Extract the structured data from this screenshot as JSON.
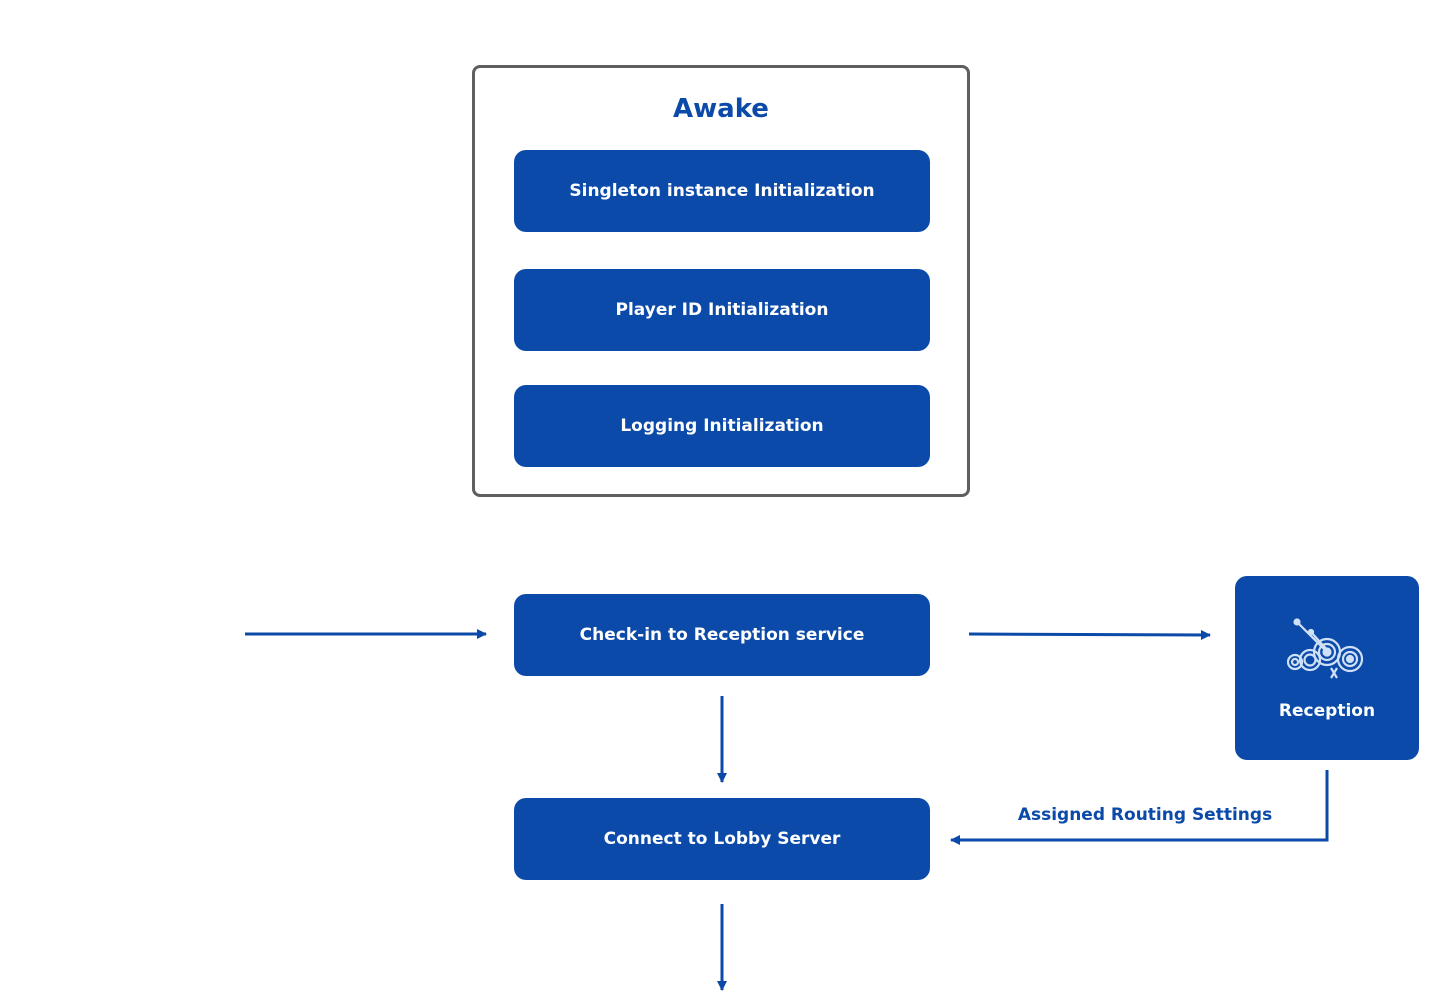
{
  "awake_group": {
    "title": "Awake",
    "steps": [
      "Singleton instance Initialization",
      "Player ID Initialization",
      "Logging Initialization"
    ]
  },
  "flow": {
    "checkin": "Check-in to Reception service",
    "connect": "Connect to Lobby Server"
  },
  "reception": {
    "label": "Reception",
    "icon": "reception-service-icon"
  },
  "edges": {
    "assigned_routing": "Assigned Routing Settings"
  },
  "colors": {
    "primary": "#0b4aa8",
    "frame": "#5f5f5f",
    "background": "#ffffff"
  }
}
